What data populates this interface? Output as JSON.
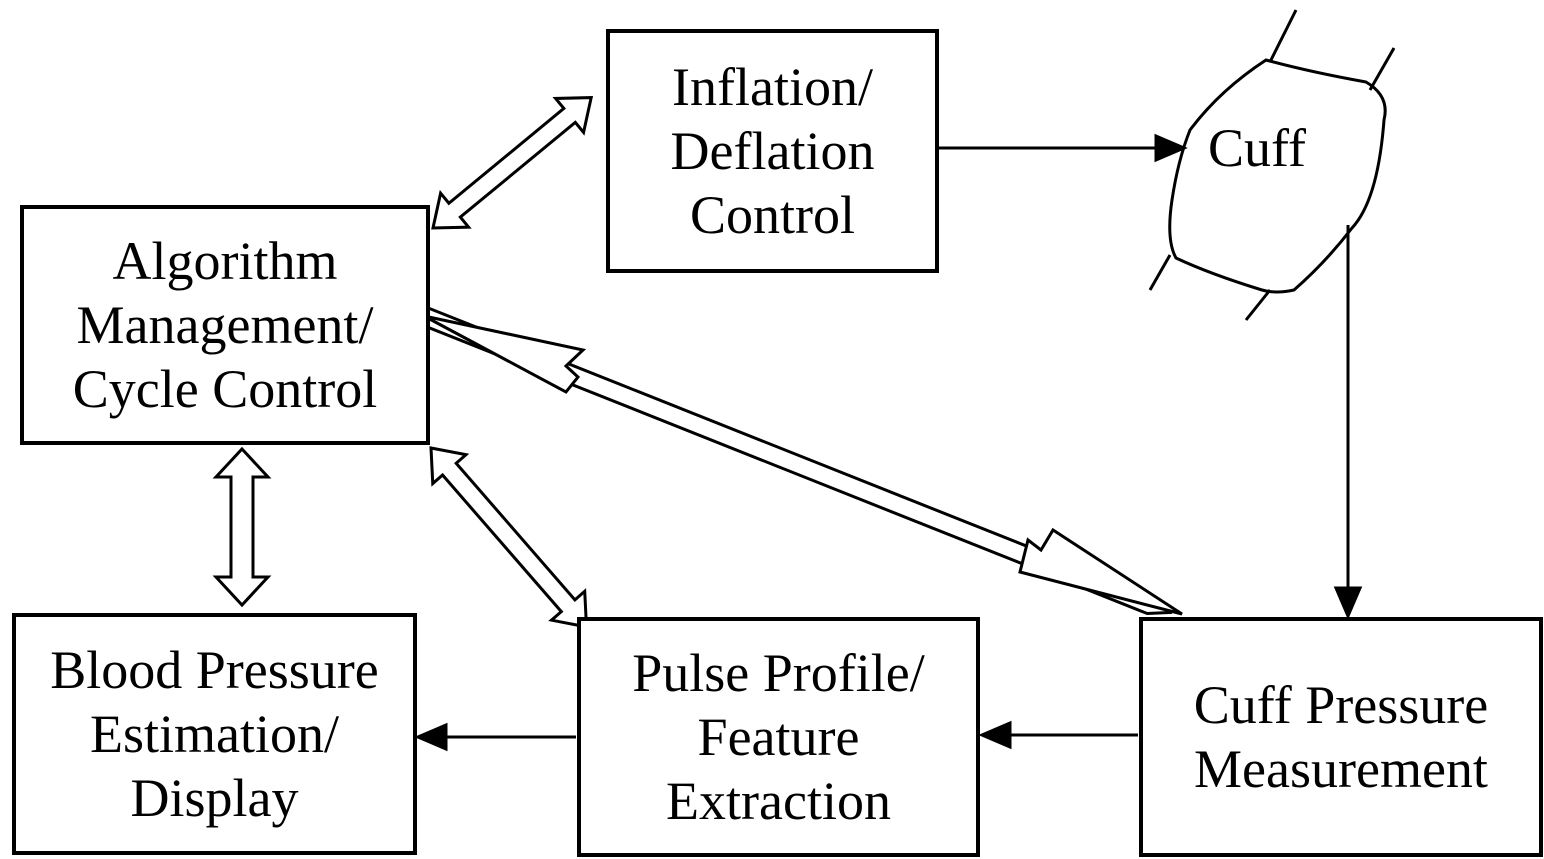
{
  "blocks": {
    "inflation": {
      "lines": [
        "Inflation/",
        "Deflation",
        "Control"
      ]
    },
    "algorithm": {
      "lines": [
        "Algorithm",
        "Management/",
        "Cycle Control"
      ]
    },
    "bp_estimation": {
      "lines": [
        "Blood Pressure",
        "Estimation/",
        "Display"
      ]
    },
    "pulse_profile": {
      "lines": [
        "Pulse Profile/",
        "Feature",
        "Extraction"
      ]
    },
    "cuff_pressure": {
      "lines": [
        "Cuff Pressure",
        "Measurement"
      ]
    },
    "cuff": {
      "label": "Cuff"
    }
  },
  "colors": {
    "stroke": "#000000",
    "fill": "#ffffff"
  }
}
